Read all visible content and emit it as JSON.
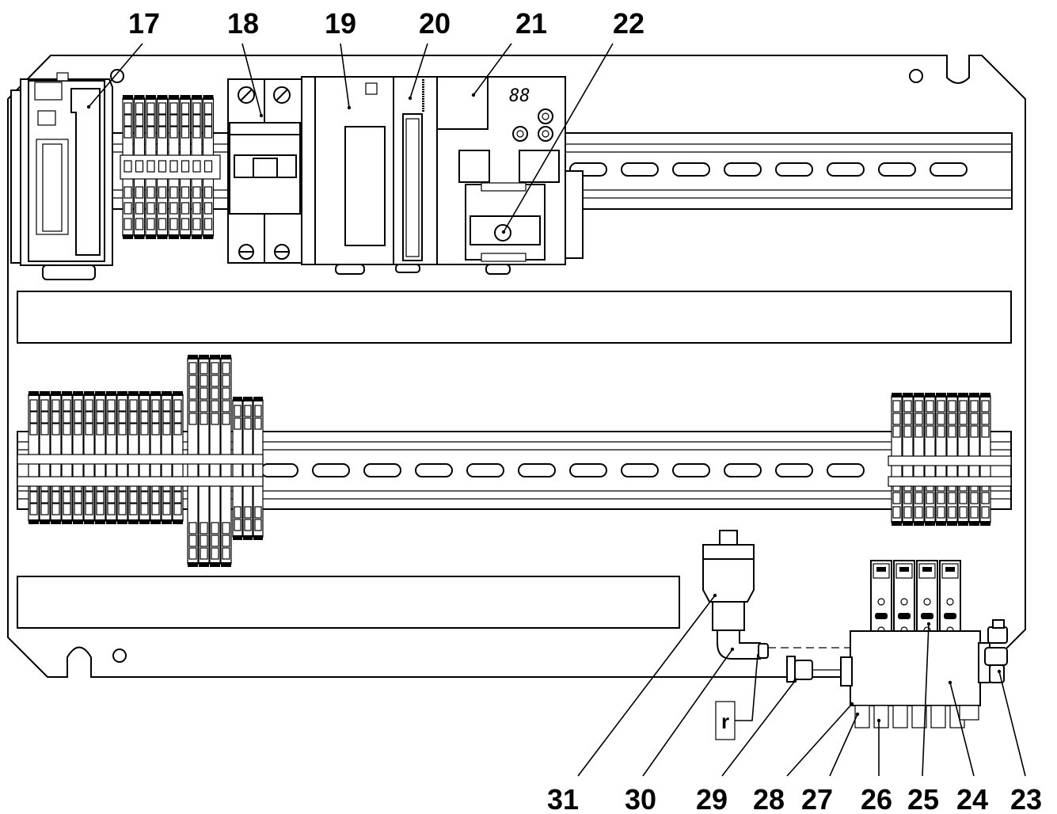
{
  "figure": {
    "callouts_top": [
      "17",
      "18",
      "19",
      "20",
      "21",
      "22"
    ],
    "callouts_bottom": [
      "31",
      "30",
      "29",
      "28",
      "27",
      "26",
      "25",
      "24",
      "23"
    ],
    "side_label": "r",
    "display_digits": "88"
  }
}
